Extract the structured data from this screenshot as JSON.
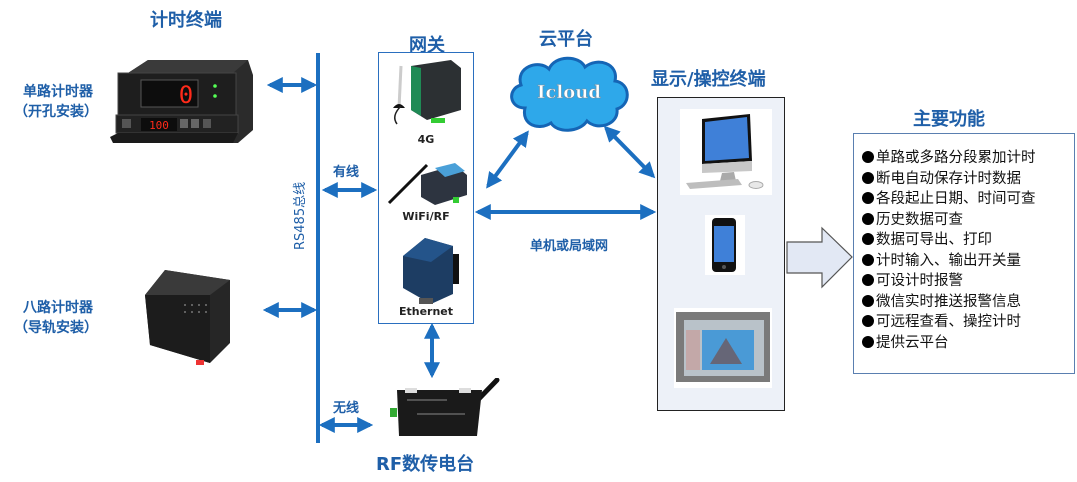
{
  "sections": {
    "timing_terminal": "计时终端",
    "gateway": "网关",
    "cloud_platform": "云平台",
    "display_terminal": "显示/操控终端",
    "main_functions": "主要功能"
  },
  "devices": {
    "single_timer": {
      "line1": "单路计时器",
      "line2": "（开孔安装）",
      "display_main": "0",
      "display_sub": "100"
    },
    "eight_timer": {
      "line1": "八路计时器",
      "line2": "（导轨安装）"
    },
    "gateway_items": [
      {
        "label": "4G"
      },
      {
        "label": "WiFi/RF"
      },
      {
        "label": "Ethernet"
      }
    ],
    "rf_radio": "RF数传电台",
    "cloud_text": "Icloud"
  },
  "connections": {
    "bus": "RS485总线",
    "wired": "有线",
    "wireless": "无线",
    "lan": "单机或局域网"
  },
  "features": [
    "单路或多路分段累加计时",
    "断电自动保存计时数据",
    "各段起止日期、时间可查",
    "历史数据可查",
    "数据可导出、打印",
    "计时输入、输出开关量",
    "可设计时报警",
    "微信实时推送报警信息",
    "可远程查看、操控计时",
    "提供云平台"
  ],
  "colors": {
    "accent": "#1f5fa8",
    "arrow": "#1c6fc0",
    "cloud_fill": "#2aa3e6",
    "cloud_stroke": "#1565b5",
    "display_bg": "#edf1f8"
  }
}
